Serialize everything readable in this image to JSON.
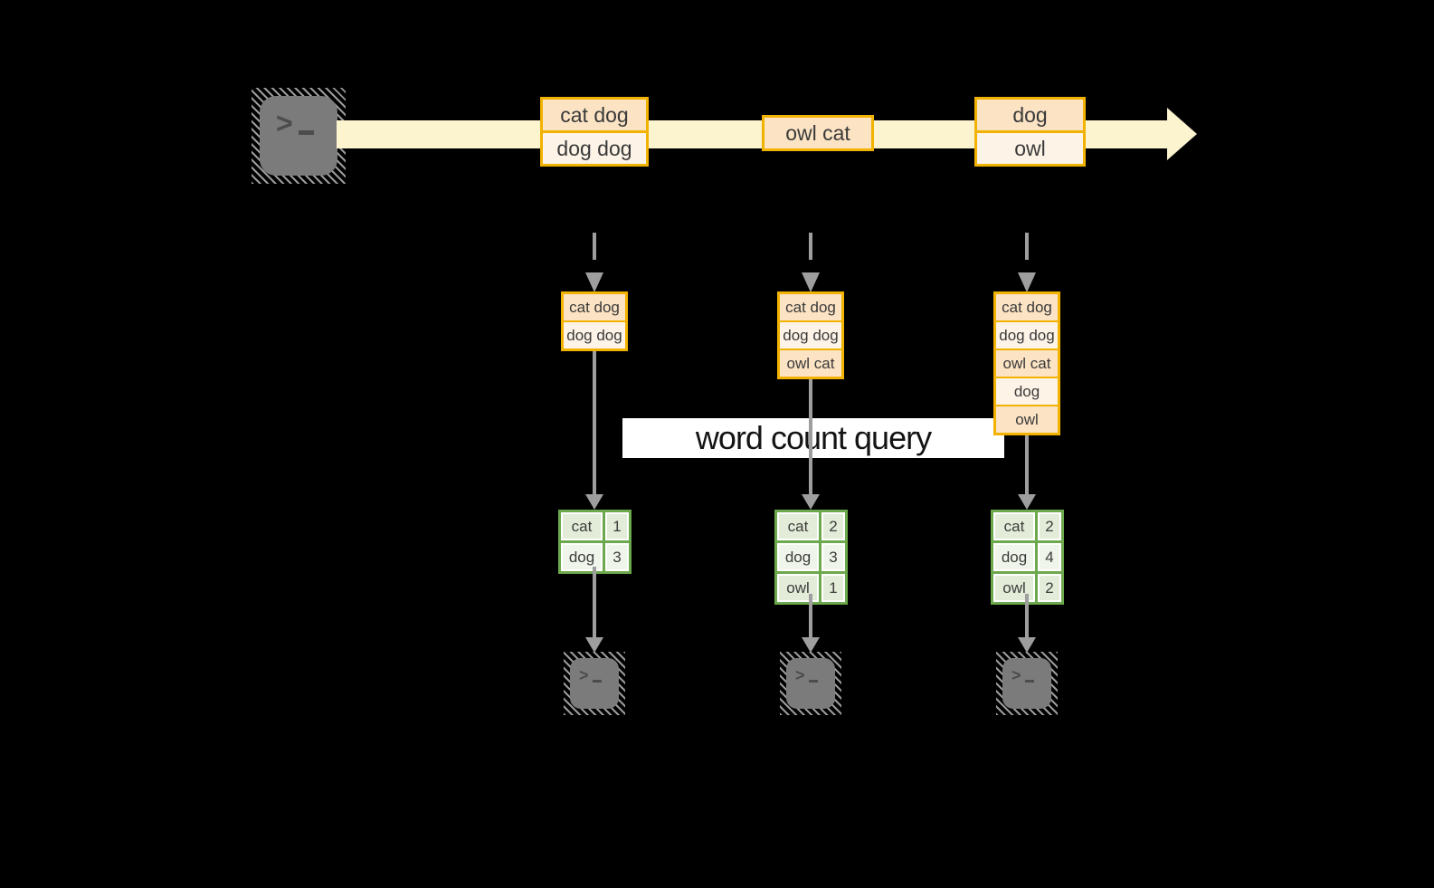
{
  "query_label": "word count query",
  "terminal": {
    "prompt": ">",
    "icon": "terminal-icon"
  },
  "colors": {
    "background": "#000000",
    "stream_band": "#FCF3CF",
    "orange_border": "#F2B200",
    "cell_peach": "#FBE3C4",
    "cell_cream": "#FDF3E6",
    "green_border": "#6CA94C",
    "green_cell_dark": "#E3ECD8",
    "green_cell_light": "#F0F5EB",
    "connector_gray": "#9E9E9E",
    "terminal_gray": "#7B7B7B"
  },
  "stream": {
    "events": [
      {
        "lines": [
          "cat dog",
          "dog dog"
        ]
      },
      {
        "lines": [
          "owl cat"
        ]
      },
      {
        "lines": [
          "dog",
          "owl"
        ]
      }
    ]
  },
  "columns": [
    {
      "buffer": [
        "cat dog",
        "dog dog"
      ],
      "counts": [
        [
          "cat",
          "1"
        ],
        [
          "dog",
          "3"
        ]
      ]
    },
    {
      "buffer": [
        "cat dog",
        "dog dog",
        "owl cat"
      ],
      "counts": [
        [
          "cat",
          "2"
        ],
        [
          "dog",
          "3"
        ],
        [
          "owl",
          "1"
        ]
      ]
    },
    {
      "buffer": [
        "cat dog",
        "dog dog",
        "owl cat",
        "dog",
        "owl"
      ],
      "counts": [
        [
          "cat",
          "2"
        ],
        [
          "dog",
          "4"
        ],
        [
          "owl",
          "2"
        ]
      ]
    }
  ]
}
